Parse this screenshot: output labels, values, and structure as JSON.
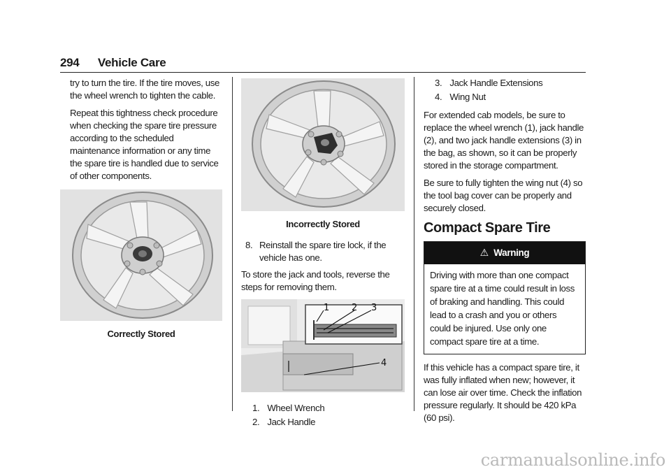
{
  "header": {
    "page_number": "294",
    "section_title": "Vehicle Care"
  },
  "column1": {
    "para1": "try to turn the tire. If the tire moves, use the wheel wrench to tighten the cable.",
    "para2": "Repeat this tightness check procedure when checking the spare tire pressure according to the scheduled maintenance information or any time the spare tire is handled due to service of other components.",
    "figure_caption": "Correctly Stored"
  },
  "column2": {
    "figure_caption": "Incorrectly Stored",
    "step8_num": "8.",
    "step8_text": "Reinstall the spare tire lock, if the vehicle has one.",
    "para1": "To store the jack and tools, reverse the steps for removing them.",
    "callouts": [
      "1",
      "2",
      "3",
      "4"
    ],
    "legend": [
      {
        "num": "1.",
        "text": "Wheel Wrench"
      },
      {
        "num": "2.",
        "text": "Jack Handle"
      }
    ]
  },
  "column3": {
    "legend": [
      {
        "num": "3.",
        "text": "Jack Handle Extensions"
      },
      {
        "num": "4.",
        "text": "Wing Nut"
      }
    ],
    "para1": "For extended cab models, be sure to replace the wheel wrench (1), jack handle (2), and two jack handle extensions (3) in the bag, as shown, so it can be properly stored in the storage compartment.",
    "para2": "Be sure to fully tighten the wing nut (4) so the tool bag cover can be properly and securely closed.",
    "section_heading": "Compact Spare Tire",
    "warning_title": "Warning",
    "warning_body": "Driving with more than one compact spare tire at a time could result in loss of braking and handling. This could lead to a crash and you or others could be injured. Use only one compact spare tire at a time.",
    "para3": "If this vehicle has a compact spare tire, it was fully inflated when new; however, it can lose air over time. Check the inflation pressure regularly. It should be 420 kPa (60 psi)."
  },
  "watermark": "carmanualsonline.info"
}
